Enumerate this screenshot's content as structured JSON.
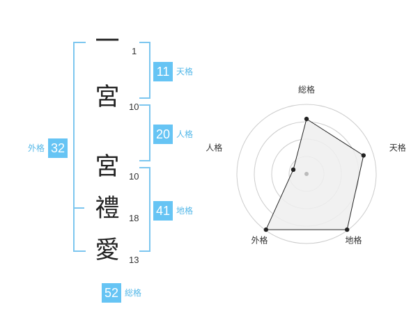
{
  "name": {
    "chars": [
      {
        "char": "一",
        "strokes": "1"
      },
      {
        "char": "宮",
        "strokes": "10"
      },
      {
        "char": "宮",
        "strokes": "10"
      },
      {
        "char": "禮",
        "strokes": "18"
      },
      {
        "char": "愛",
        "strokes": "13"
      }
    ]
  },
  "scores": {
    "tenkaku": {
      "value": "11",
      "label": "天格"
    },
    "jinkaku": {
      "value": "20",
      "label": "人格"
    },
    "chikaku": {
      "value": "41",
      "label": "地格"
    },
    "gaikaku": {
      "value": "32",
      "label": "外格"
    },
    "soukaku": {
      "value": "52",
      "label": "総格"
    }
  },
  "colors": {
    "accent": "#66c4f4",
    "bracket": "#7cc6ef",
    "radar_fill": "#eeeeee",
    "radar_line": "#222222",
    "grid": "#cccccc"
  },
  "chart_data": {
    "type": "radar",
    "axes": [
      "総格",
      "天格",
      "地格",
      "外格",
      "人格"
    ],
    "series": [
      {
        "values": [
          0.79,
          0.86,
          0.99,
          0.99,
          0.2
        ]
      }
    ],
    "range": [
      0,
      1
    ],
    "rings": 4,
    "legend": "none"
  }
}
